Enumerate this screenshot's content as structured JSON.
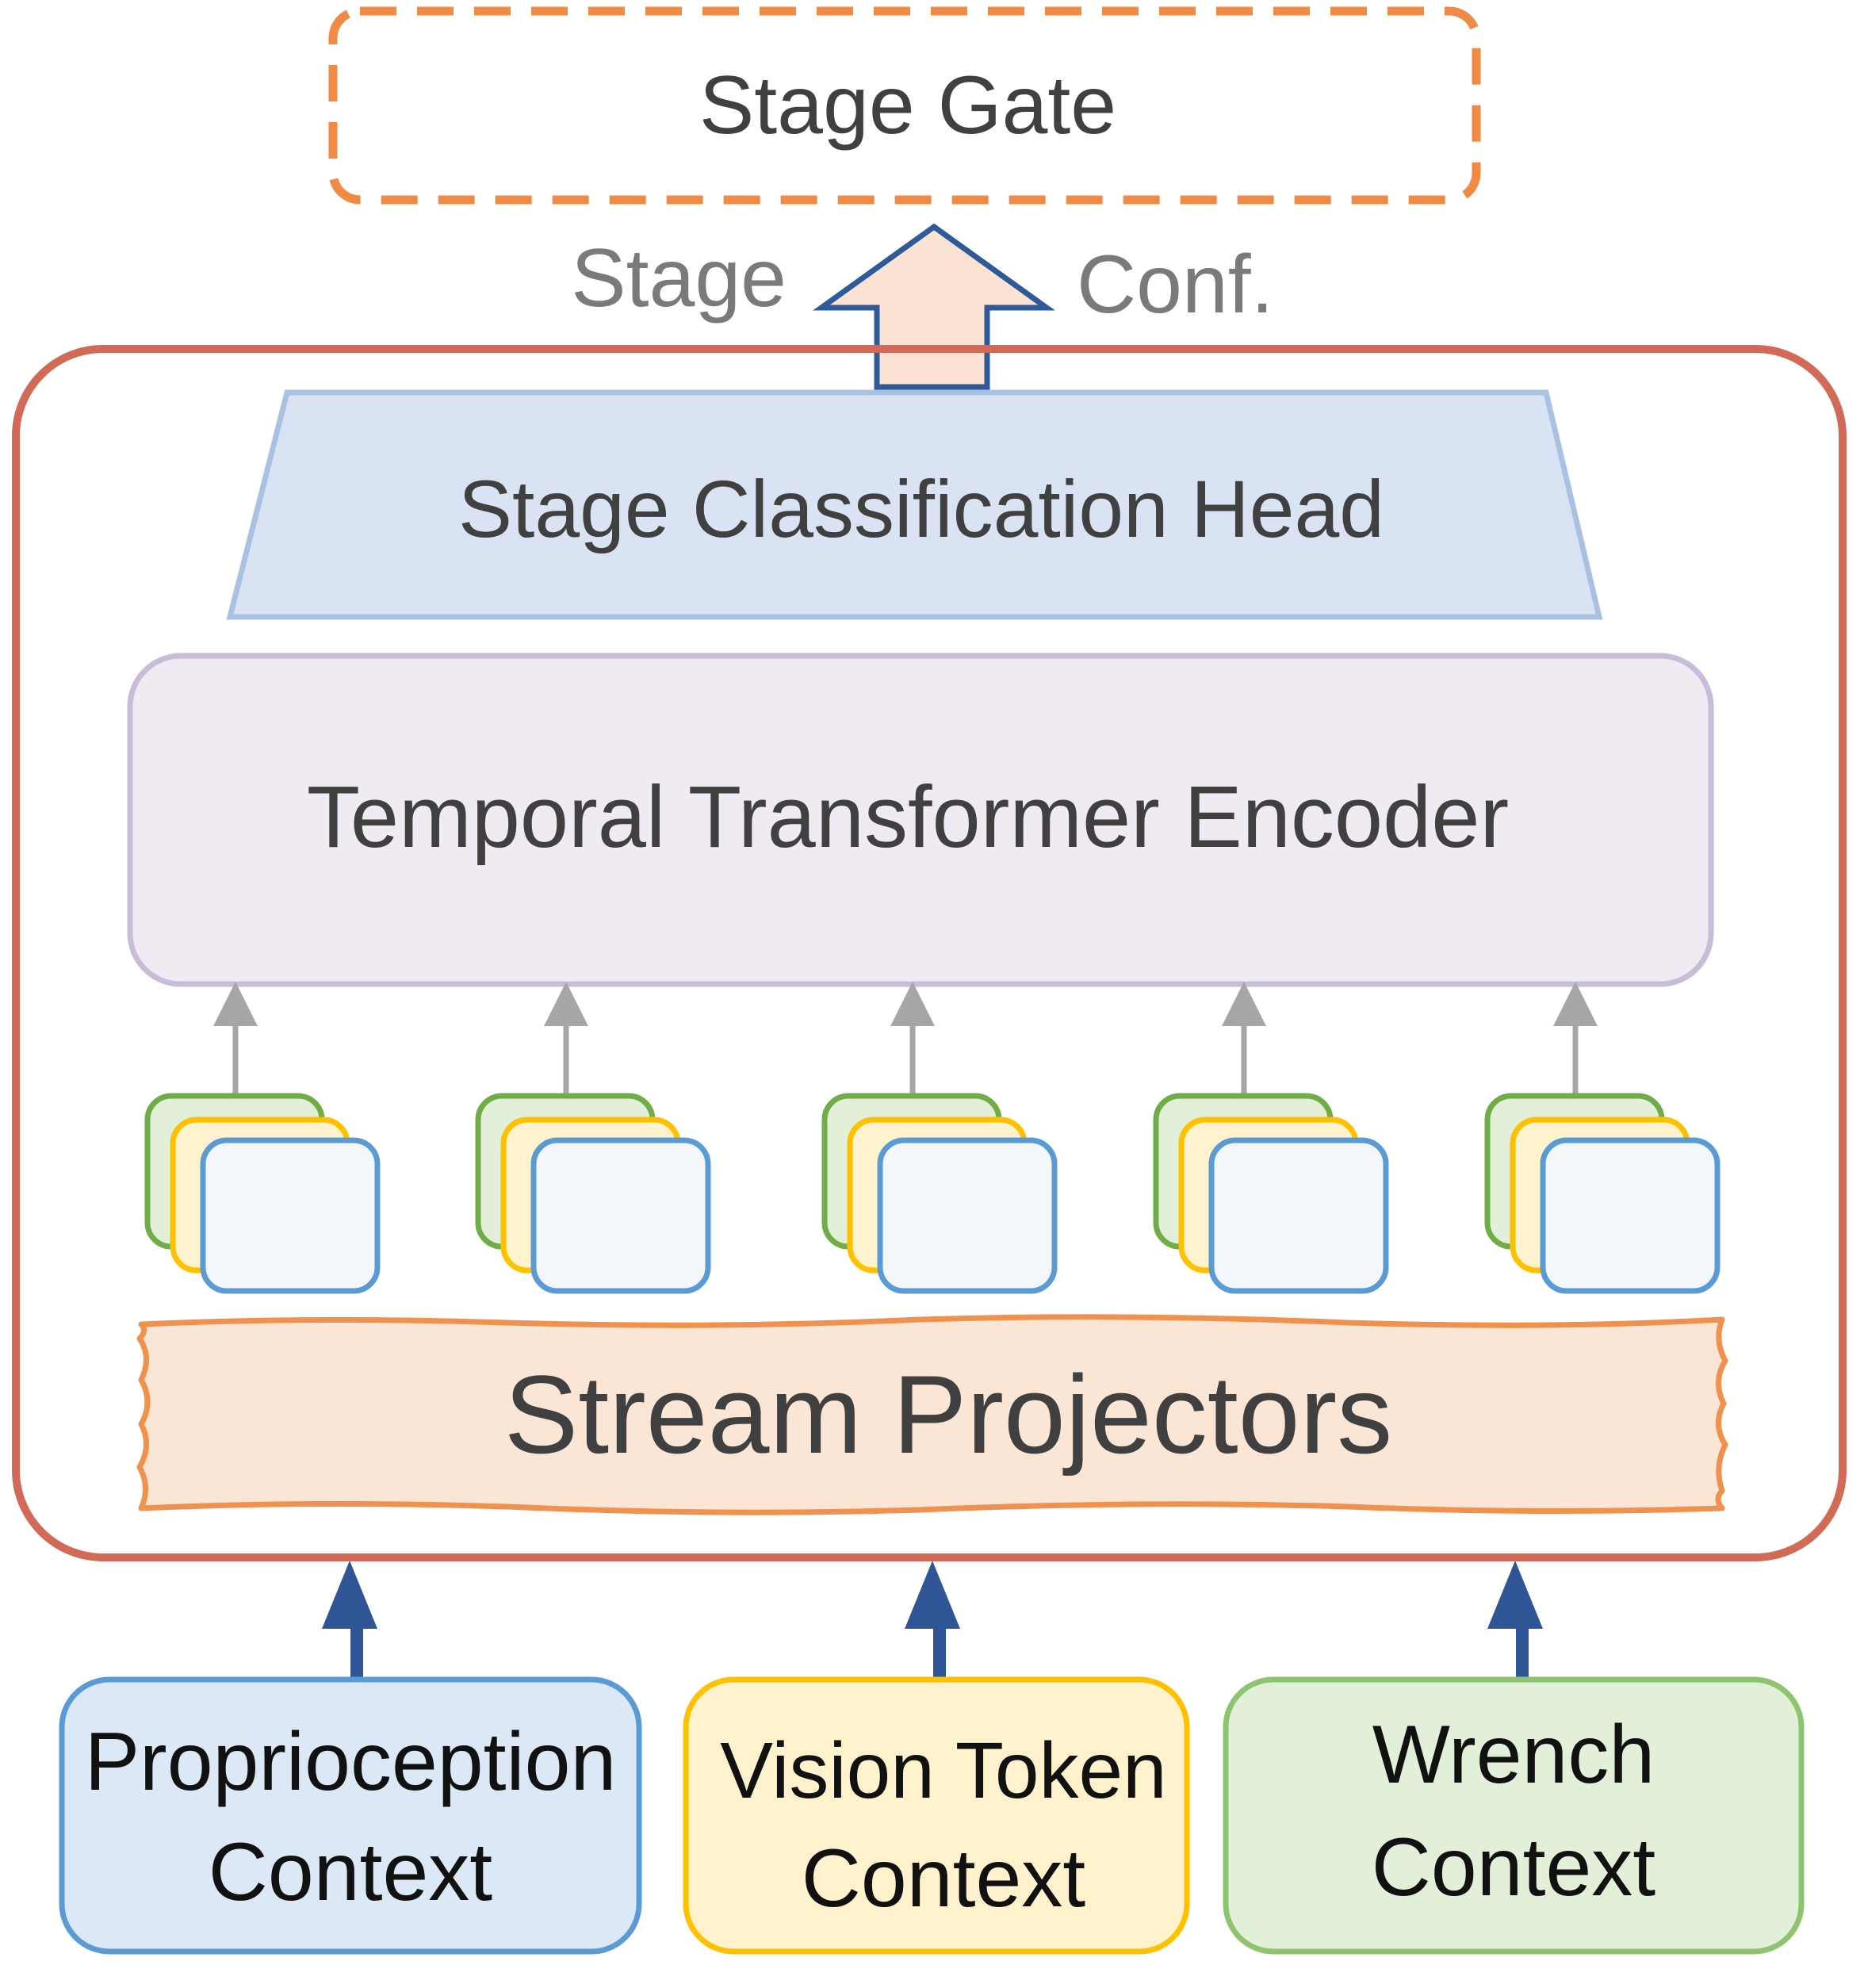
{
  "stage_gate": {
    "label": "Stage Gate"
  },
  "output_arrow": {
    "left_label": "Stage",
    "right_label": "Conf."
  },
  "classification_head": {
    "label": "Stage Classification Head"
  },
  "encoder": {
    "label": "Temporal Transformer Encoder"
  },
  "projectors": {
    "label": "Stream Projectors"
  },
  "inputs": {
    "proprioception": {
      "line1": "Proprioception",
      "line2": "Context"
    },
    "vision": {
      "line1": "Vision Token",
      "line2": "Context"
    },
    "wrench": {
      "line1": "Wrench",
      "line2": "Context"
    }
  },
  "colors": {
    "text_dark": "#404040",
    "text_gray": "#7a7a7a",
    "text_black": "#111111",
    "gate_border": "#f08a45",
    "outer_border": "#d36a58",
    "head_fill": "#d9e3f4",
    "head_border": "#a9c2e4",
    "encoder_fill": "#f0eaf3",
    "encoder_border": "#c8bcd8",
    "projector_fill": "#fbe6d6",
    "projector_border": "#f0924e",
    "output_arrow_fill": "#fbe3d3",
    "output_arrow_border": "#2f5a9a",
    "input_arrow": "#2f5597",
    "gray_arrow": "#a6a6a6",
    "token_green_fill": "#e2efd9",
    "token_green_border": "#70ad47",
    "token_yellow_fill": "#fff3cf",
    "token_yellow_border": "#ffc000",
    "token_blue_fill": "#f3f7fb",
    "token_blue_border": "#5b9bd5",
    "proprio_fill": "#dce8f5",
    "proprio_border": "#5b9bd5",
    "vision_fill": "#fff2cc",
    "vision_border": "#ffc000",
    "wrench_fill": "#e2efd9",
    "wrench_border": "#8fc46f"
  },
  "icons": {
    "output": "block-up-arrow-icon",
    "input": "up-arrow-icon",
    "token_flow": "thin-up-arrow-icon"
  }
}
